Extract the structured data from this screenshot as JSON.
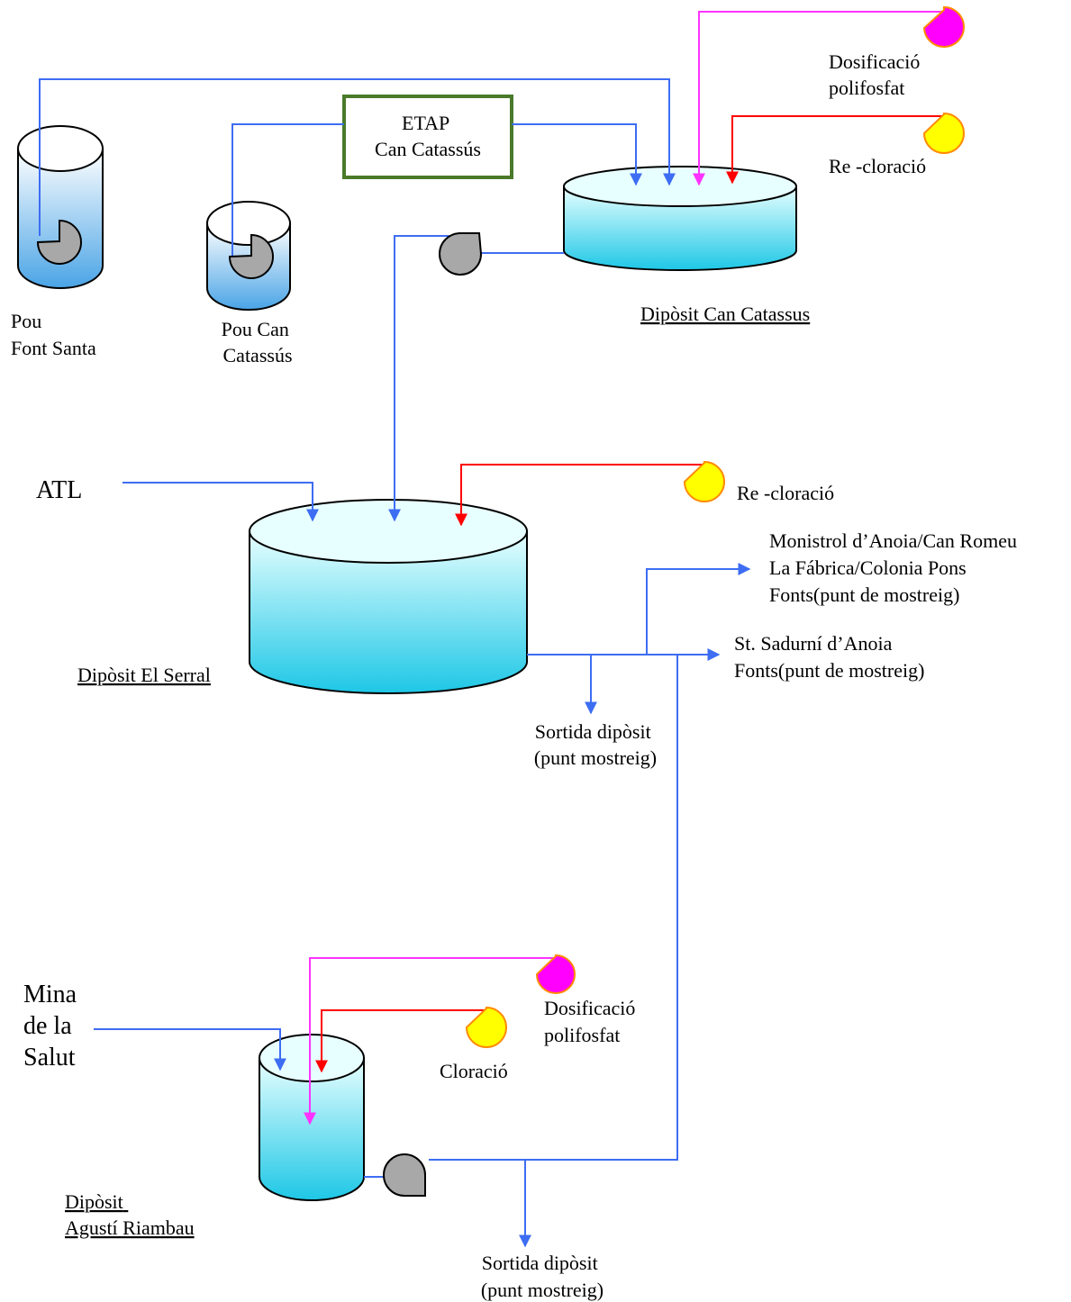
{
  "colors": {
    "pipe_blue": "#3d6df2",
    "chlorine_red": "#ff0000",
    "polyphosphate_magenta": "#ff33ff",
    "etap_border": "#4a7a2a",
    "tank_fill_top": "#e8ffff",
    "tank_fill_bottom": "#1ec7e6",
    "well_fill_bottom": "#4aa4e6",
    "pump_gray": "#a8a8a8",
    "dosing_yellow": "#ffff00",
    "dosing_magenta": "#ff00ff",
    "dosing_rim": "#ff8a00"
  },
  "labels": {
    "pou_font_santa": [
      "Pou",
      "Font Santa"
    ],
    "pou_can_catassus": [
      "Pou Can",
      "Catassús"
    ],
    "etap": [
      "ETAP",
      "Can Catassús"
    ],
    "diposit_can_catassus": "Dipòsit Can Catassus",
    "dosificacio_top": [
      "Dosificació",
      "polifosfat"
    ],
    "recloracio_top": "Re -cloració",
    "atl": "ATL",
    "recloracio_mid": "Re -cloració",
    "diposit_el_serral": "Dipòsit El Serral",
    "monistrol": [
      "Monistrol d’Anoia/Can Romeu",
      "La Fábrica/Colonia Pons",
      "Fonts(punt de mostreig)"
    ],
    "st_sadurni": [
      "St. Sadurní d’Anoia",
      "Fonts(punt de mostreig)"
    ],
    "sortida_serral": [
      "Sortida dipòsit",
      "(punt mostreig)"
    ],
    "mina_salut": [
      "Mina",
      "de la",
      "Salut"
    ],
    "dosificacio_bottom": [
      "Dosificació",
      "polifosfat"
    ],
    "cloracio_bottom": "Cloració",
    "diposit_agusti": [
      "Dipòsit",
      "Agustí Riambau"
    ],
    "sortida_agusti": [
      "Sortida dipòsit",
      "(punt mostreig)"
    ]
  }
}
